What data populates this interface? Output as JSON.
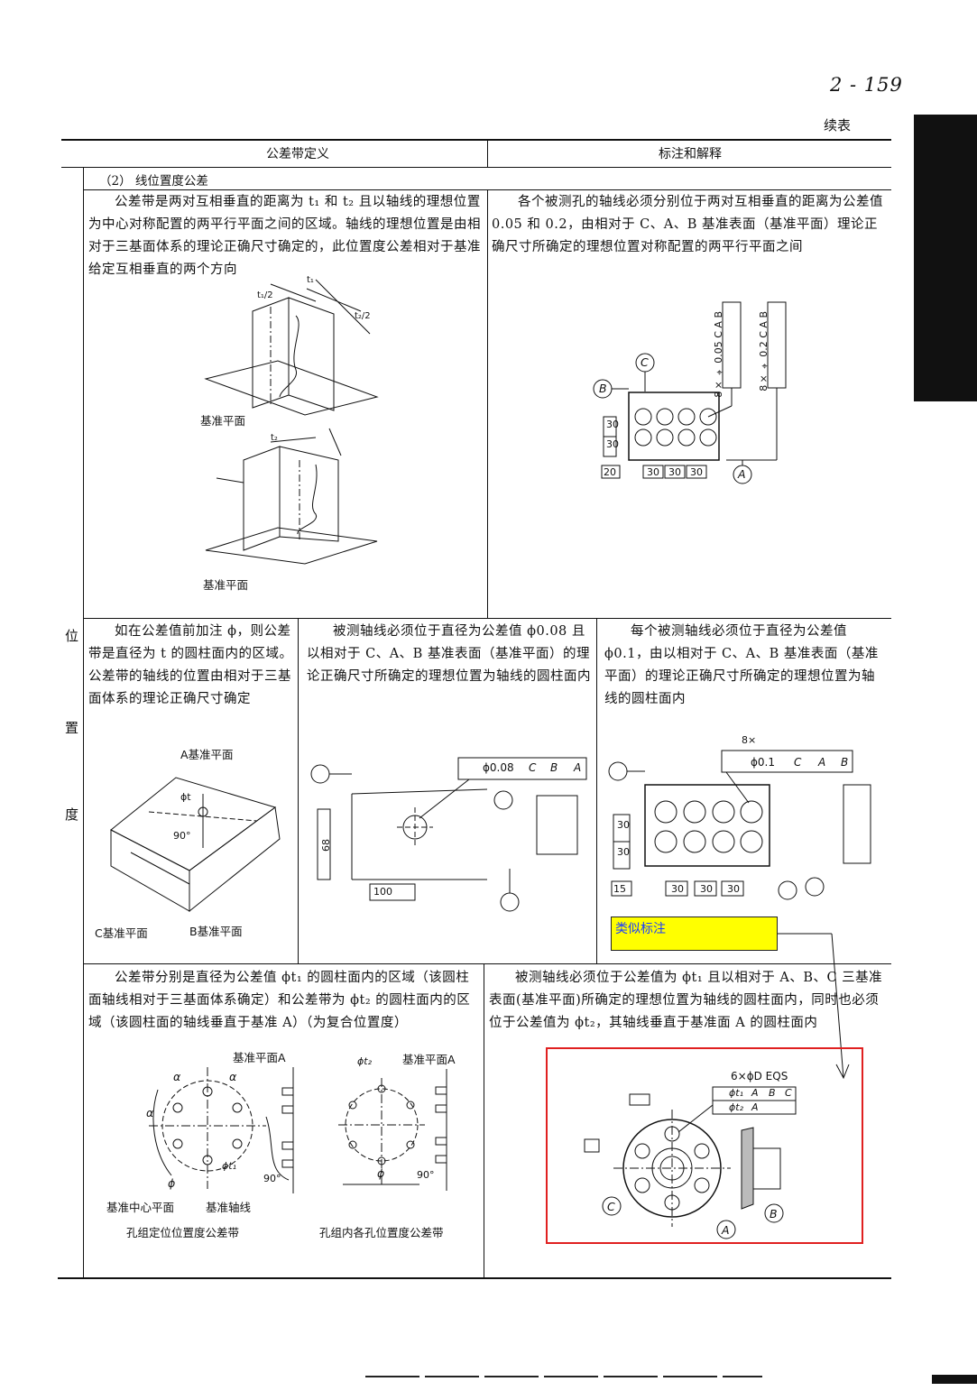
{
  "page": {
    "number": "2 - 159",
    "continued": "续表"
  },
  "table": {
    "col1_header": "公差带定义",
    "col2_header": "标注和解释",
    "side_label": [
      "位",
      "置",
      "度"
    ],
    "section_title": "（2） 线位置度公差",
    "row1": {
      "definition": "公差带是两对互相垂直的距离为 t₁ 和 t₂ 且以轴线的理想位置为中心对称配置的两平行平面之间的区域。轴线的理想位置是由相对于三基面体系的理论正确尺寸确定的，此位置度公差相对于基准给定互相垂直的两个方向",
      "explanation": "各个被测孔的轴线必须分别位于两对互相垂直的距离为公差值 0.05 和 0.2，由相对于 C、A、B 基准表面（基准平面）理论正确尺寸所确定的理想位置对称配置的两平行平面之间",
      "fig_label_1": "基准平面",
      "fig_label_2": "基准平面",
      "fig_t1_half": "t₁/2",
      "fig_t1": "t₁",
      "fig_t2_half": "t₂/2",
      "fig_t2": "t₂",
      "fcf_1": "8× ⌖ 0.05 C A B",
      "fcf_2": "8× ⌖ 0.2 C A B",
      "dims": [
        "30",
        "30",
        "20",
        "30",
        "30",
        "30"
      ],
      "datums": [
        "B",
        "C",
        "A"
      ]
    },
    "row2": {
      "definition": "如在公差值前加注 ϕ，则公差带是直径为 t 的圆柱面内的区域。公差带的轴线的位置由相对于三基面体系的理论正确尺寸确定",
      "explanation_a": "被测轴线必须位于直径为公差值 ϕ0.08 且以相对于 C、A、B 基准表面（基准平面）的理论正确尺寸所确定的理想位置为轴线的圆柱面内",
      "explanation_b": "每个被测轴线必须位于直径为公差值 ϕ0.1，由以相对于 C、A、B 基准表面（基准平面）的理论正确尺寸所确定的理想位置为轴线的圆柱面内",
      "fig_A_label": "A基准平面",
      "fig_C_label": "C基准平面",
      "fig_B_label": "B基准平面",
      "fig_phi_t": "ϕt",
      "fig_90": "90°",
      "fcf_a": [
        "ϕ0.08",
        "C",
        "B",
        "A"
      ],
      "fcf_b": [
        "ϕ0.1",
        "C",
        "A",
        "B"
      ],
      "fcf_b_count": "8×",
      "dims_a": [
        "68",
        "100"
      ],
      "dims_b": [
        "30",
        "30",
        "15",
        "30",
        "30",
        "30"
      ],
      "note_box": "类似标注"
    },
    "row3": {
      "definition": "公差带分别是直径为公差值 ϕt₁ 的圆柱面内的区域（该圆柱面轴线相对于三基面体系确定）和公差带为 ϕt₂ 的圆柱面内的区域（该圆柱面的轴线垂直于基准 A）（为复合位置度）",
      "explanation": "被测轴线必须位于公差值为 ϕt₁ 且以相对于 A、B、C 三基准表面(基准平面)所确定的理想位置为轴线的圆柱面内，同时也必须位于公差值为 ϕt₂，其轴线垂直于基准面 A 的圆柱面内",
      "fig_a_datum": "基准平面A",
      "fig_b_datum": "基准平面A",
      "fig_alpha": "α",
      "fig_phi": "ϕ",
      "fig_phi_t1": "ϕt₁",
      "fig_phi_t2": "ϕt₂",
      "fig_90a": "90°",
      "fig_90b": "90°",
      "fig_center_plane": "基准中心平面",
      "fig_axis": "基准轴线",
      "caption_a": "孔组定位位置度公差带",
      "caption_b": "孔组内各孔位置度公差带",
      "fcf_count": "6×ϕD  EQS",
      "fcf_row1": [
        "ϕt₁",
        "A",
        "B",
        "C"
      ],
      "fcf_row2": [
        "ϕt₂",
        "A"
      ],
      "datums": [
        "C",
        "A",
        "B"
      ]
    }
  },
  "colors": {
    "ink": "#111111",
    "note_fill": "#ffff00",
    "highlight_border": "#e02020"
  }
}
